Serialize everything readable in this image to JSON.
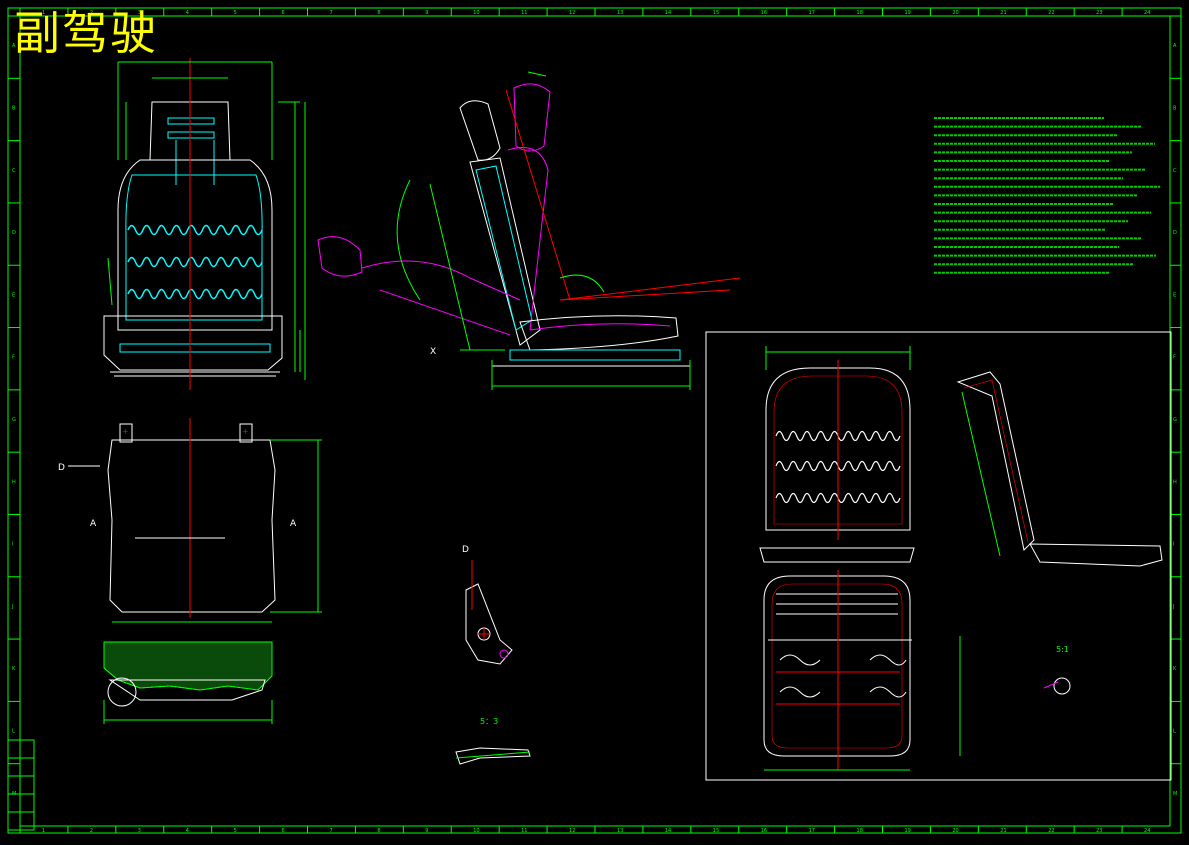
{
  "title": "副驾驶",
  "grid": {
    "top_numbers": [
      "1",
      "2",
      "3",
      "4",
      "5",
      "6",
      "7",
      "8",
      "9",
      "10",
      "11",
      "12",
      "13",
      "14",
      "15",
      "16",
      "17",
      "18",
      "19",
      "20",
      "21",
      "22",
      "23",
      "24"
    ],
    "side_letters": [
      "A",
      "B",
      "C",
      "D",
      "E",
      "F",
      "G",
      "H",
      "I",
      "J",
      "K",
      "L",
      "M"
    ]
  },
  "labels": {
    "view_d": "D",
    "view_x": "X",
    "detail_scale_1": "5:1",
    "detail_scale_2": "5：3",
    "arrow_a": "A"
  },
  "colors": {
    "background": "#000000",
    "outline": "#ffffff",
    "dimension": "#00ff00",
    "frame": "#00ffff",
    "contour": "#ff00ff",
    "centerline": "#ff0000",
    "title": "#ffff00"
  }
}
